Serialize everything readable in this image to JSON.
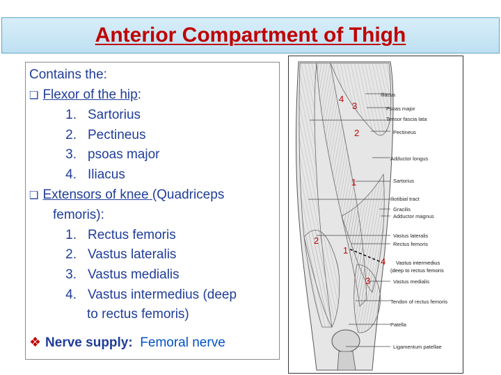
{
  "title": "Anterior Compartment of Thigh",
  "text": {
    "intro": "Contains the:",
    "flexor_heading": "Flexor of the hip",
    "flexor_colon": ":",
    "flexors": [
      {
        "num": "1.",
        "label": "Sartorius"
      },
      {
        "num": "2.",
        "label": "Pectineus"
      },
      {
        "num": "3.",
        "label": "psoas major"
      },
      {
        "num": "4.",
        "label": "Iliacus"
      }
    ],
    "extensor_heading": "Extensors of knee ",
    "extensor_rest": "(Quadriceps",
    "extensor_line2": "femoris):",
    "extensors": [
      {
        "num": "1.",
        "label": "Rectus femoris"
      },
      {
        "num": "2.",
        "label": "Vastus lateralis"
      },
      {
        "num": "3.",
        "label": "Vastus medialis"
      },
      {
        "num": "4.",
        "label": "Vastus intermedius (deep"
      }
    ],
    "extensor_wrap": "to rectus femoris)",
    "nerve_label": "Nerve supply:",
    "nerve_value": "Femoral nerve"
  },
  "figure": {
    "labels": [
      "Iliacus",
      "Psoas major",
      "Tensor fascia lata",
      "Pectineus",
      "Adductor longus",
      "Sartorius",
      "Iliotibial tract",
      "Gracilis",
      "Adductor magnus",
      "Vastus lateralis",
      "Rectus femoris",
      "Vastus medialis",
      "Tendon of rectus femoris",
      "Patella",
      "Ligamentum patellae"
    ],
    "markers": [
      "4",
      "3",
      "2",
      "1",
      "2",
      "1",
      "4",
      "3"
    ],
    "annotation_line1": "Vastus intermedius",
    "annotation_line2": "(deep to rectus femoris"
  },
  "colors": {
    "title_red": "#c00000",
    "text_blue": "#1f3d99",
    "nerve_value_blue": "#0050c8",
    "marker_red": "#c00000"
  }
}
